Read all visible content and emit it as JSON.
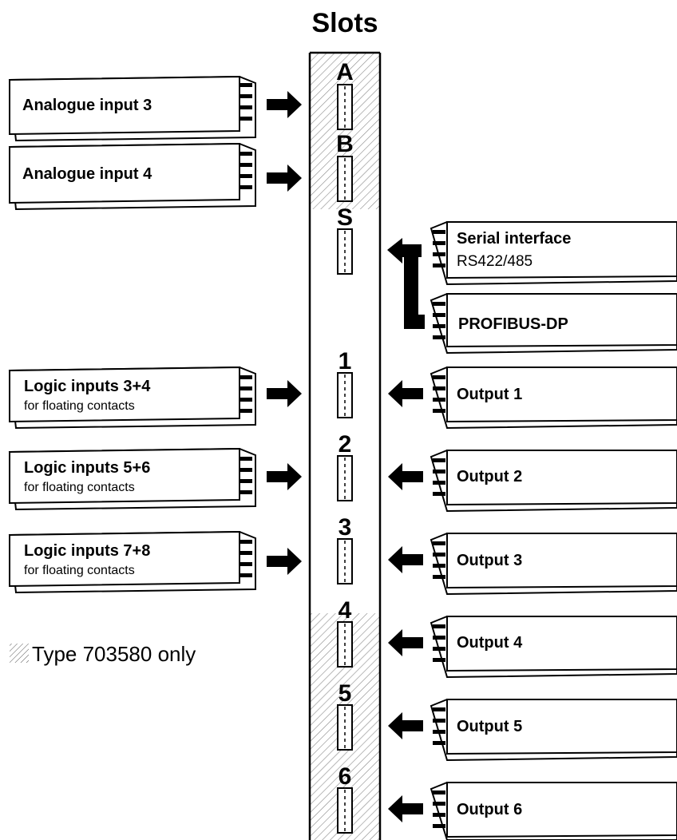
{
  "title": "Slots",
  "slots": {
    "A": "A",
    "B": "B",
    "S": "S",
    "s1": "1",
    "s2": "2",
    "s3": "3",
    "s4": "4",
    "s5": "5",
    "s6": "6"
  },
  "left_modules": [
    {
      "title": "Analogue input 3",
      "subtitle": ""
    },
    {
      "title": "Analogue input 4",
      "subtitle": ""
    },
    {
      "title": "Logic inputs 3+4",
      "subtitle": "for floating contacts"
    },
    {
      "title": "Logic inputs 5+6",
      "subtitle": "for floating contacts"
    },
    {
      "title": "Logic inputs 7+8",
      "subtitle": "for floating contacts"
    }
  ],
  "right_modules": [
    {
      "title": "Serial interface",
      "subtitle": "RS422/485"
    },
    {
      "title": "PROFIBUS-DP",
      "subtitle": ""
    },
    {
      "title": "Output 1",
      "subtitle": ""
    },
    {
      "title": "Output 2",
      "subtitle": ""
    },
    {
      "title": "Output 3",
      "subtitle": ""
    },
    {
      "title": "Output 4",
      "subtitle": ""
    },
    {
      "title": "Output 5",
      "subtitle": ""
    },
    {
      "title": "Output 6",
      "subtitle": ""
    }
  ],
  "legend": "Type 703580 only"
}
